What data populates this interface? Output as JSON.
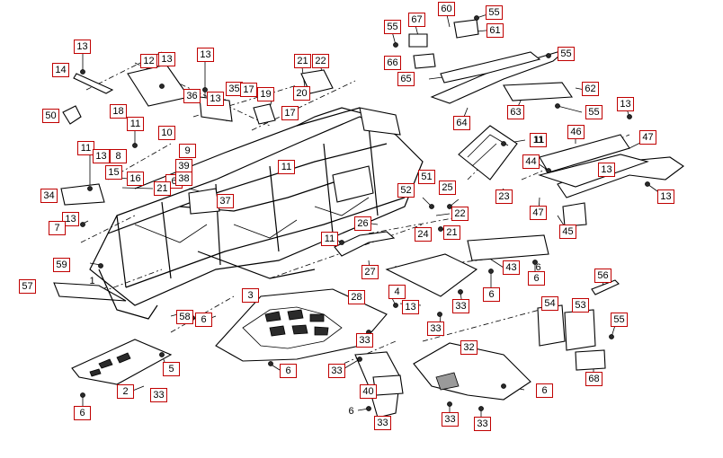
{
  "callouts": [
    {
      "id": "c1",
      "text": "13"
    },
    {
      "id": "c2",
      "text": "14"
    },
    {
      "id": "c3",
      "text": "12"
    },
    {
      "id": "c4",
      "text": "13"
    },
    {
      "id": "c5",
      "text": "13"
    },
    {
      "id": "c6",
      "text": "21"
    },
    {
      "id": "c7",
      "text": "22"
    },
    {
      "id": "c8",
      "text": "20"
    },
    {
      "id": "c9",
      "text": "50"
    },
    {
      "id": "c10",
      "text": "18"
    },
    {
      "id": "c11",
      "text": "36"
    },
    {
      "id": "c12",
      "text": "13"
    },
    {
      "id": "c13",
      "text": "35"
    },
    {
      "id": "c14",
      "text": "17"
    },
    {
      "id": "c15",
      "text": "19"
    },
    {
      "id": "c16",
      "text": "17"
    },
    {
      "id": "c17",
      "text": "11"
    },
    {
      "id": "c18",
      "text": "10"
    },
    {
      "id": "c19",
      "text": "11"
    },
    {
      "id": "c20",
      "text": "13"
    },
    {
      "id": "c21",
      "text": "8"
    },
    {
      "id": "c22",
      "text": "9"
    },
    {
      "id": "c23",
      "text": "39"
    },
    {
      "id": "c24",
      "text": "15"
    },
    {
      "id": "c25",
      "text": "16"
    },
    {
      "id": "c26",
      "text": "6"
    },
    {
      "id": "c27",
      "text": "38"
    },
    {
      "id": "c28",
      "text": "21"
    },
    {
      "id": "c29",
      "text": "11"
    },
    {
      "id": "c30",
      "text": "34"
    },
    {
      "id": "c31",
      "text": "37"
    },
    {
      "id": "c32",
      "text": "13"
    },
    {
      "id": "c33",
      "text": "7"
    },
    {
      "id": "c34",
      "text": "59"
    },
    {
      "id": "c35",
      "text": "57"
    },
    {
      "id": "c36",
      "text": "1"
    },
    {
      "id": "c37",
      "text": "58"
    },
    {
      "id": "c38",
      "text": "6"
    },
    {
      "id": "c39",
      "text": "3"
    },
    {
      "id": "c40",
      "text": "2"
    },
    {
      "id": "c41",
      "text": "5"
    },
    {
      "id": "c42",
      "text": "33"
    },
    {
      "id": "c43",
      "text": "6"
    },
    {
      "id": "c44",
      "text": "6"
    },
    {
      "id": "c45",
      "text": "55"
    },
    {
      "id": "c46",
      "text": "67"
    },
    {
      "id": "c47",
      "text": "60"
    },
    {
      "id": "c48",
      "text": "55"
    },
    {
      "id": "c49",
      "text": "61"
    },
    {
      "id": "c50",
      "text": "55"
    },
    {
      "id": "c51",
      "text": "66"
    },
    {
      "id": "c52",
      "text": "65"
    },
    {
      "id": "c53",
      "text": "62"
    },
    {
      "id": "c54",
      "text": "63"
    },
    {
      "id": "c55",
      "text": "55"
    },
    {
      "id": "c56",
      "text": "64"
    },
    {
      "id": "c57",
      "text": "13"
    },
    {
      "id": "c58",
      "text": "11"
    },
    {
      "id": "c59",
      "text": "46"
    },
    {
      "id": "c60",
      "text": "47"
    },
    {
      "id": "c61",
      "text": "44"
    },
    {
      "id": "c62",
      "text": "13"
    },
    {
      "id": "c63",
      "text": "13"
    },
    {
      "id": "c64",
      "text": "47"
    },
    {
      "id": "c65",
      "text": "45"
    },
    {
      "id": "c66",
      "text": "51"
    },
    {
      "id": "c67",
      "text": "52"
    },
    {
      "id": "c68",
      "text": "25"
    },
    {
      "id": "c69",
      "text": "23"
    },
    {
      "id": "c70",
      "text": "11"
    },
    {
      "id": "c71",
      "text": "22"
    },
    {
      "id": "c72",
      "text": "26"
    },
    {
      "id": "c73",
      "text": "21"
    },
    {
      "id": "c74",
      "text": "24"
    },
    {
      "id": "c75",
      "text": "11"
    },
    {
      "id": "c76",
      "text": "27"
    },
    {
      "id": "c77",
      "text": "4"
    },
    {
      "id": "c78",
      "text": "43"
    },
    {
      "id": "c79",
      "text": "6"
    },
    {
      "id": "c80",
      "text": "6"
    },
    {
      "id": "c81",
      "text": "28"
    },
    {
      "id": "c82",
      "text": "13"
    },
    {
      "id": "c83",
      "text": "33"
    },
    {
      "id": "c84",
      "text": "33"
    },
    {
      "id": "c85",
      "text": "33"
    },
    {
      "id": "c86",
      "text": "56"
    },
    {
      "id": "c87",
      "text": "54"
    },
    {
      "id": "c88",
      "text": "53"
    },
    {
      "id": "c89",
      "text": "55"
    },
    {
      "id": "c90",
      "text": "68"
    },
    {
      "id": "c91",
      "text": "32"
    },
    {
      "id": "c92",
      "text": "33"
    },
    {
      "id": "c93",
      "text": "40"
    },
    {
      "id": "c94",
      "text": "6"
    },
    {
      "id": "c95",
      "text": "33"
    },
    {
      "id": "c96",
      "text": "33"
    },
    {
      "id": "c97",
      "text": "6"
    },
    {
      "id": "c98",
      "text": "33"
    },
    {
      "id": "c99",
      "text": "6"
    }
  ]
}
